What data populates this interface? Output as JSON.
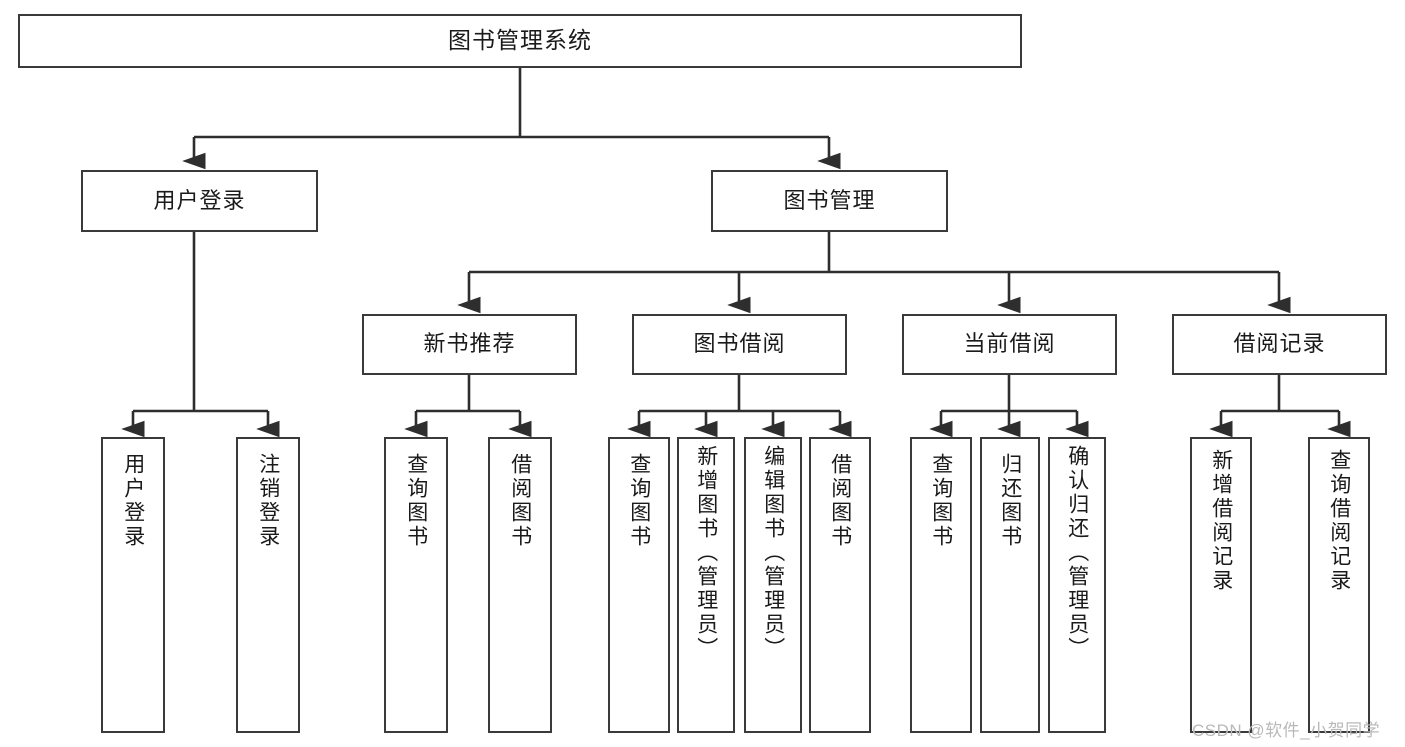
{
  "diagram": {
    "title": "图书管理系统",
    "type": "tree-hierarchy",
    "colors": {
      "box_border": "#3a3a3a",
      "connector": "#2e2e2e",
      "background": "#ffffff",
      "watermark": "#b9b9b9"
    },
    "nodes": {
      "root": {
        "label": "图书管理系统"
      },
      "level2": [
        {
          "id": "user-login",
          "label": "用户登录"
        },
        {
          "id": "book-management",
          "label": "图书管理"
        }
      ],
      "level3": [
        {
          "id": "new-book-recommend",
          "label": "新书推荐"
        },
        {
          "id": "book-borrow",
          "label": "图书借阅"
        },
        {
          "id": "current-borrow",
          "label": "当前借阅"
        },
        {
          "id": "borrow-record",
          "label": "借阅记录"
        }
      ],
      "leaves": {
        "user_login": [
          {
            "id": "leaf-user-login",
            "label": "用户登录"
          },
          {
            "id": "leaf-logout-login",
            "label": "注销登录"
          }
        ],
        "new_book_recommend": [
          {
            "id": "leaf-query-book-1",
            "label": "查询图书"
          },
          {
            "id": "leaf-borrow-book-1",
            "label": "借阅图书"
          }
        ],
        "book_borrow": [
          {
            "id": "leaf-query-book-2",
            "label": "查询图书"
          },
          {
            "id": "leaf-add-book",
            "label": "新增图书（管理员）"
          },
          {
            "id": "leaf-edit-book",
            "label": "编辑图书（管理员）"
          },
          {
            "id": "leaf-borrow-book-2",
            "label": "借阅图书"
          }
        ],
        "current_borrow": [
          {
            "id": "leaf-query-book-3",
            "label": "查询图书"
          },
          {
            "id": "leaf-return-book",
            "label": "归还图书"
          },
          {
            "id": "leaf-confirm-return",
            "label": "确认归还（管理员）"
          }
        ],
        "borrow_record": [
          {
            "id": "leaf-add-record",
            "label": "新增借阅记录"
          },
          {
            "id": "leaf-query-record",
            "label": "查询借阅记录"
          }
        ]
      }
    },
    "watermark": "CSDN @软件_小贺同学"
  }
}
